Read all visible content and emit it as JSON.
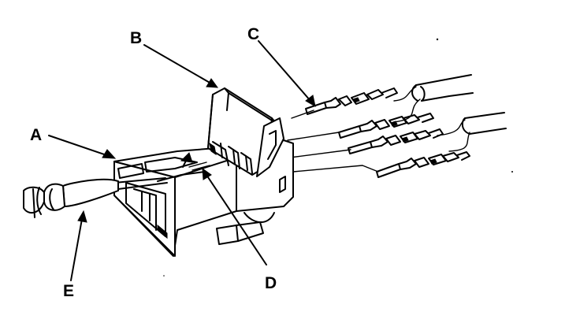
{
  "callouts": {
    "a": "A",
    "b": "B",
    "c": "C",
    "d": "D",
    "e": "E"
  },
  "colors": {
    "ink": "#000000",
    "background": "#ffffff"
  }
}
